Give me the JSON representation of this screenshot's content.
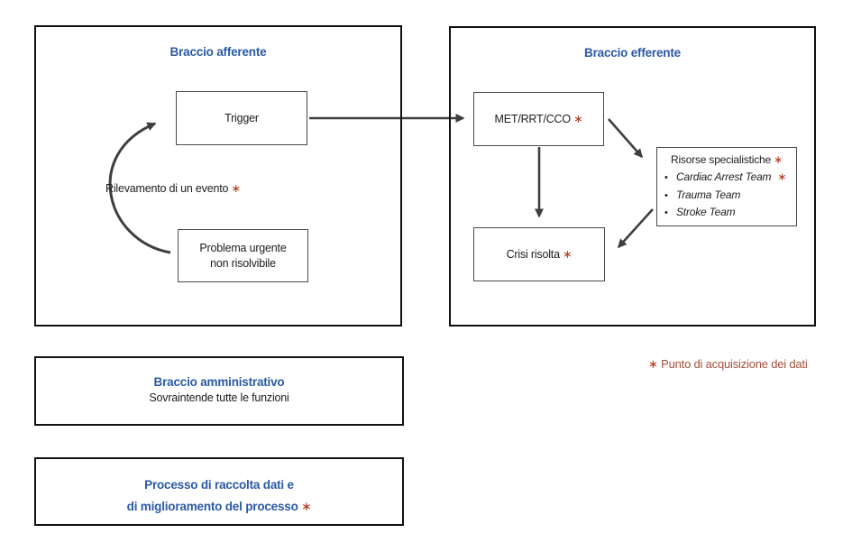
{
  "colors": {
    "heading_blue": "#2b5aa5",
    "asterisk_red": "#b23418",
    "legend_text_red": "#a3503a",
    "arrow_gray": "#3f3f3f",
    "text_dark": "#1d1d1d"
  },
  "afferent": {
    "title": "Braccio afferente",
    "trigger_label": "Trigger",
    "loop_label": "Rilevamento di un evento",
    "loop_asterisk": "∗",
    "problem_line1": "Problema urgente",
    "problem_line2": "non risolvibile"
  },
  "efferent": {
    "title": "Braccio efferente",
    "met_label": "MET/RRT/CCO",
    "met_asterisk": "∗",
    "resources": {
      "title": "Risorse specialistiche",
      "title_asterisk": "∗",
      "bullet": "•",
      "items": [
        {
          "label": "Cardiac Arrest Team",
          "asterisk": "∗"
        },
        {
          "label": "Trauma Team",
          "asterisk": ""
        },
        {
          "label": "Stroke Team",
          "asterisk": ""
        }
      ]
    },
    "crisis_label": "Crisi risolta",
    "crisis_asterisk": "∗"
  },
  "administrative": {
    "title": "Braccio amministrativo",
    "subtitle": "Sovraintende tutte le funzioni"
  },
  "process": {
    "line1": "Processo di raccolta dati e",
    "line2": "di miglioramento del processo",
    "asterisk": "∗"
  },
  "legend": {
    "asterisk": "∗",
    "label": "Punto di acquisizione dei dati"
  }
}
